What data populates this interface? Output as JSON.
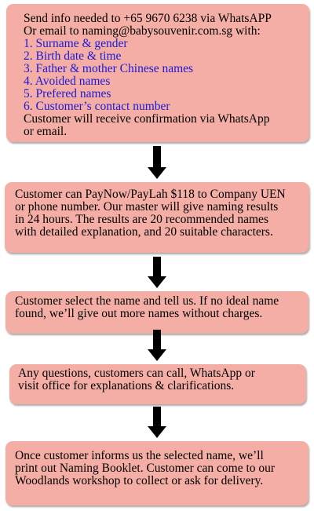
{
  "step1": {
    "intro_1": "Send info needed to +65 9670 6238 via WhatsAPP",
    "intro_2": "Or email to naming@babysouvenir.com.sg with:",
    "items": [
      "1. Surname & gender",
      "2. Birth date & time",
      "3. Father & mother Chinese names",
      "4. Avoided names",
      "5. Prefered names",
      "6. Customer’s contact number"
    ],
    "outro_1": "Customer will receive confirmation via WhatsApp",
    "outro_2": "or email.",
    "item_color": "#1a1ad8"
  },
  "step2": {
    "lines": [
      "Customer can PayNow/PayLah $118 to Company UEN",
      "or phone number. Our master will give naming results",
      "in 24 hours. The results are 20 recommended names",
      "with detailed explanation, and 20 suitable characters."
    ]
  },
  "step3": {
    "lines": [
      "Customer select the name and tell us. If no ideal name",
      "found, we’ll give out more names without charges."
    ]
  },
  "step4": {
    "lines": [
      "Any questions, customers can call, WhatsApp or",
      "visit office for explanations & clarifications."
    ]
  },
  "step5": {
    "lines": [
      "Once customer informs us the selected name, we’ll",
      "print out Naming Booklet. Customer can come to our",
      "Woodlands workshop to collect or ask for delivery."
    ]
  },
  "colors": {
    "box_fill": "#f4aea5",
    "arrow": "#000000",
    "text": "#000000"
  }
}
